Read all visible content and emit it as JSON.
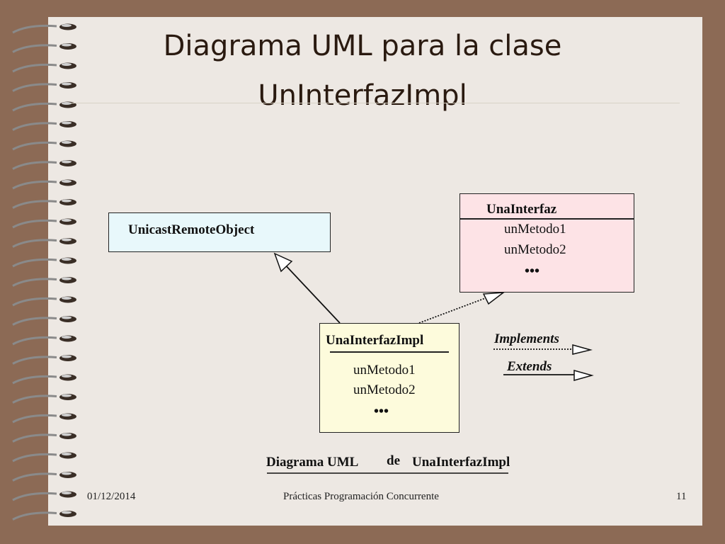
{
  "slide": {
    "title_line_1": "Diagrama UML para la clase",
    "title_line_2": "UnInterfazImpl"
  },
  "diagram": {
    "unicast_class": {
      "name": "UnicastRemoteObject"
    },
    "interface_class": {
      "name": "UnaInterfaz",
      "methods": [
        "unMetodo1",
        "unMetodo2"
      ],
      "ellipsis": "•••"
    },
    "impl_class": {
      "name": "UnaInterfazImpl",
      "methods": [
        "unMetodo1",
        "unMetodo2"
      ],
      "ellipsis": "•••"
    },
    "legend": {
      "implements": "Implements",
      "extends": "Extends"
    },
    "caption": {
      "part1": "Diagrama UML",
      "part2": "de",
      "part3": "UnaInterfazImpl"
    }
  },
  "footer": {
    "date": "01/12/2014",
    "course": "Prácticas Programación Concurrente",
    "page": "11"
  },
  "colors": {
    "background_border": "#8c6a55",
    "slide": "#ede8e3",
    "unicast_fill": "#e8f8fb",
    "interface_fill": "#fde3e6",
    "impl_fill": "#fdfbdc"
  }
}
